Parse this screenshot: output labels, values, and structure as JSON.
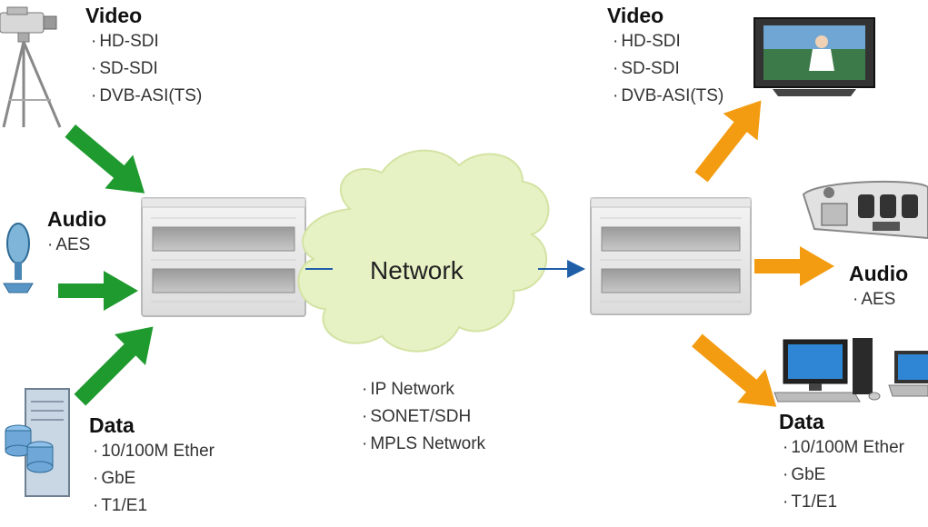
{
  "source": {
    "video": {
      "heading": "Video",
      "items": [
        "HD-SDI",
        "SD-SDI",
        "DVB-ASI(TS)"
      ]
    },
    "audio": {
      "heading": "Audio",
      "items": [
        "AES"
      ]
    },
    "data": {
      "heading": "Data",
      "items": [
        "10/100M Ether",
        "GbE",
        "T1/E1"
      ]
    }
  },
  "network": {
    "label": "Network",
    "items": [
      "IP Network",
      "SONET/SDH",
      "MPLS Network"
    ]
  },
  "destination": {
    "video": {
      "heading": "Video",
      "items": [
        "HD-SDI",
        "SD-SDI",
        "DVB-ASI(TS)"
      ]
    },
    "audio": {
      "heading": "Audio",
      "items": [
        "AES"
      ]
    },
    "data": {
      "heading": "Data",
      "items": [
        "10/100M Ether",
        "GbE",
        "T1/E1"
      ]
    }
  },
  "colors": {
    "input_arrow": "#1f9a2e",
    "output_arrow": "#f39c12",
    "cloud": "#e6f2c4",
    "link": "#1f5fa8"
  }
}
